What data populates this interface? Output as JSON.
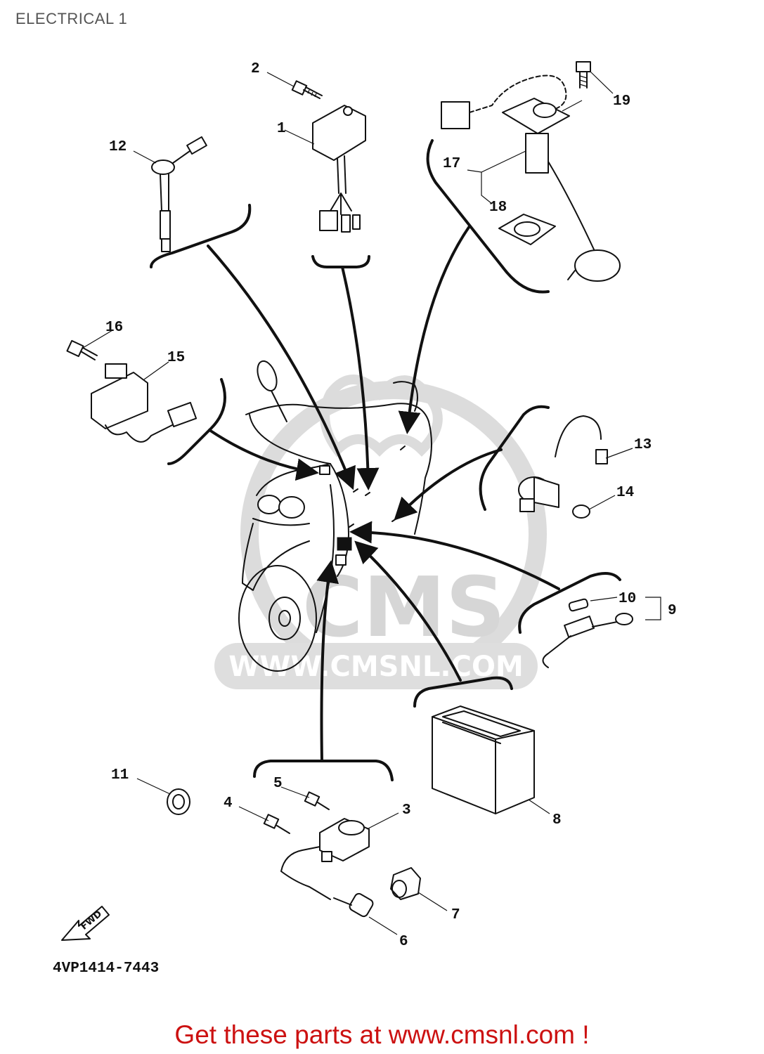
{
  "header": {
    "title": "ELECTRICAL 1"
  },
  "diagram": {
    "callouts": [
      "1",
      "2",
      "3",
      "4",
      "5",
      "6",
      "7",
      "8",
      "9",
      "10",
      "11",
      "12",
      "13",
      "14",
      "15",
      "16",
      "17",
      "18",
      "19"
    ],
    "part_number": "4VP1414-7443",
    "fwd_label": "FWD",
    "watermark": {
      "logo": "CMS",
      "url": "WWW.CMSNL.COM"
    }
  },
  "footer": {
    "link_text": "Get these parts at www.cmsnl.com !"
  },
  "colors": {
    "ink": "#111111",
    "watermark": "#dcdcdc",
    "footer": "#cc1111",
    "title": "#555555"
  }
}
